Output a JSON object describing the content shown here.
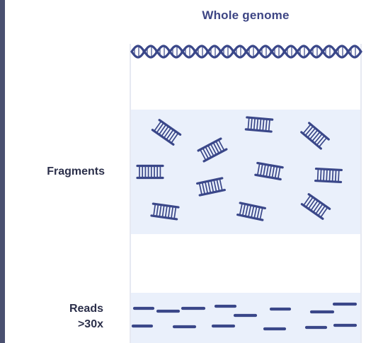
{
  "title": "Whole genome",
  "rows": {
    "fragments": "Fragments",
    "reads_line1": "Reads",
    "reads_line2": ">30x"
  },
  "colors": {
    "strand": "#3a4789",
    "band": "#eaf0fb",
    "frame": "#e6e9f2",
    "label": "#2b2f4a"
  },
  "icons": {
    "genome": "dna-helix-icon",
    "fragment": "dna-fragment-icon",
    "read": "sequencing-read-icon"
  }
}
